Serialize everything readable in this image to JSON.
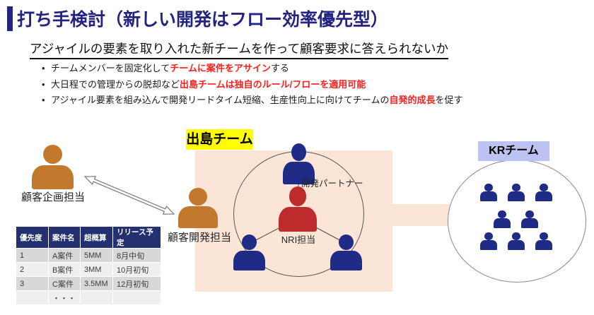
{
  "colors": {
    "accent_navy": "#232382",
    "red_text": "#FF1D1D",
    "person_orange": "#C2792D",
    "person_navy": "#1F2C87",
    "person_red": "#BE2B2D",
    "dejima_bg": "#FBE5D6",
    "dejima_label_bg": "#FFFF00",
    "kr_label_bg": "#BCC3F2",
    "table_header_bg": "#253070"
  },
  "header": {
    "title": "打ち手検討（新しい開発はフロー効率優先型）",
    "subtitle": "アジャイルの要素を取り入れた新チームを作って顧客要求に答えられないか"
  },
  "bullets": [
    {
      "segments": [
        {
          "text": "チームメンバーを固定化して",
          "emphasis": false
        },
        {
          "text": "チームに案件をアサイン",
          "emphasis": true
        },
        {
          "text": "する",
          "emphasis": false
        }
      ]
    },
    {
      "segments": [
        {
          "text": "大日程での管理からの脱却など",
          "emphasis": false
        },
        {
          "text": "出島チームは独自のルール/フローを適用可能",
          "emphasis": true
        }
      ]
    },
    {
      "segments": [
        {
          "text": "アジャイル要素を組み込んで開発リードタイム短縮、生産性向上に向けてチームの",
          "emphasis": false
        },
        {
          "text": "自発的成長",
          "emphasis": true
        },
        {
          "text": "を促す",
          "emphasis": false
        }
      ]
    }
  ],
  "left_diagram": {
    "planner_label": "顧客企画担当",
    "table": {
      "headers": [
        "優先度",
        "案件名",
        "超概算",
        "リリース予定"
      ],
      "rows": [
        [
          "1",
          "A案件",
          "5MM",
          "8月中旬"
        ],
        [
          "2",
          "B案件",
          "3MM",
          "10月初旬"
        ],
        [
          "3",
          "C案件",
          "3.5MM",
          "12月初旬"
        ],
        [
          "",
          "・・・",
          "",
          ""
        ]
      ]
    }
  },
  "dejima": {
    "label": "出島チーム",
    "dev_rep_label": "顧客開発担当",
    "partner_label": "開発パートナー",
    "nri_label": "NRI担当"
  },
  "kr": {
    "label": "KRチーム"
  }
}
